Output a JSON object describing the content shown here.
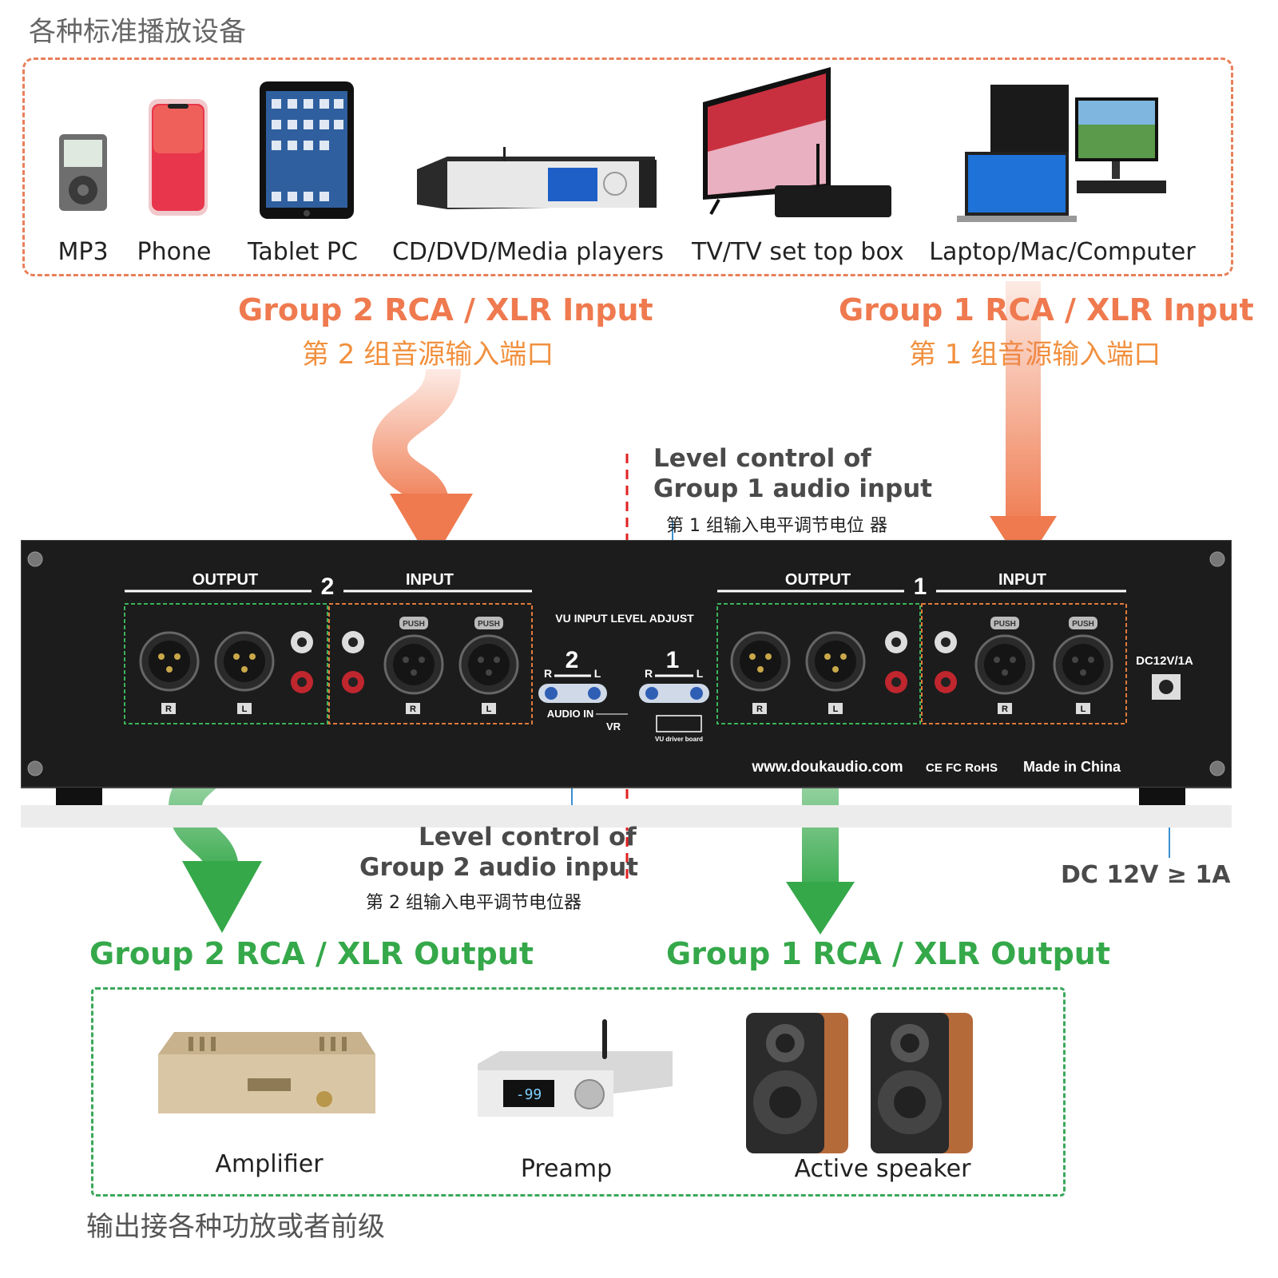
{
  "source_title": "各种标准播放设备",
  "source_devices": [
    {
      "label": "MP3",
      "icon": "mp3-player-icon"
    },
    {
      "label": "Phone",
      "icon": "phone-icon"
    },
    {
      "label": "Tablet PC",
      "icon": "tablet-icon"
    },
    {
      "label": "CD/DVD/Media players",
      "icon": "media-player-icon"
    },
    {
      "label": "TV/TV set top box",
      "icon": "tv-icon"
    },
    {
      "label": "Laptop/Mac/Computer",
      "icon": "computer-icon"
    }
  ],
  "group2_input": {
    "title": "Group 2 RCA / XLR Input",
    "subtitle": "第 2 组音源输入端口"
  },
  "group1_input": {
    "title": "Group 1 RCA / XLR Input",
    "subtitle": "第 1 组音源输入端口"
  },
  "level_group1": {
    "line1": "Level control of",
    "line2": "Group 1 audio input",
    "zh": "第 1 组输入电平调节电位 器"
  },
  "level_group2": {
    "line1": "Level control of",
    "line2": "Group 2 audio input",
    "zh": "第 2 组输入电平调节电位器"
  },
  "panel": {
    "output_label": "OUTPUT",
    "input_label": "INPUT",
    "group2_number": "2",
    "group1_number": "1",
    "vu_label": "VU INPUT LEVEL ADJUST",
    "knob2_number": "2",
    "knob1_number": "1",
    "r": "R",
    "l": "L",
    "audio_in": "AUDIO IN",
    "vr": "VR",
    "vu_driver": "VU driver board",
    "push": "PUSH",
    "dc_label": "DC12V/1A",
    "website": "www.doukaudio.com",
    "certs": "CE FC RoHS",
    "made_in": "Made in China"
  },
  "dc_note": "DC 12V ≥ 1A",
  "group2_output": {
    "title": "Group 2 RCA / XLR Output"
  },
  "group1_output": {
    "title": "Group 1 RCA / XLR Output"
  },
  "output_devices": [
    {
      "label": "Amplifier",
      "icon": "amplifier-icon"
    },
    {
      "label": "Preamp",
      "icon": "preamp-icon"
    },
    {
      "label": "Active speaker",
      "icon": "speaker-icon"
    }
  ],
  "output_title": "输出接各种功放或者前级",
  "colors": {
    "orange": "#ef7a4f",
    "green": "#35a84a",
    "panel": "#1c1c1c",
    "blue_line": "#3a8fd0",
    "red_divider": "#e02020"
  }
}
